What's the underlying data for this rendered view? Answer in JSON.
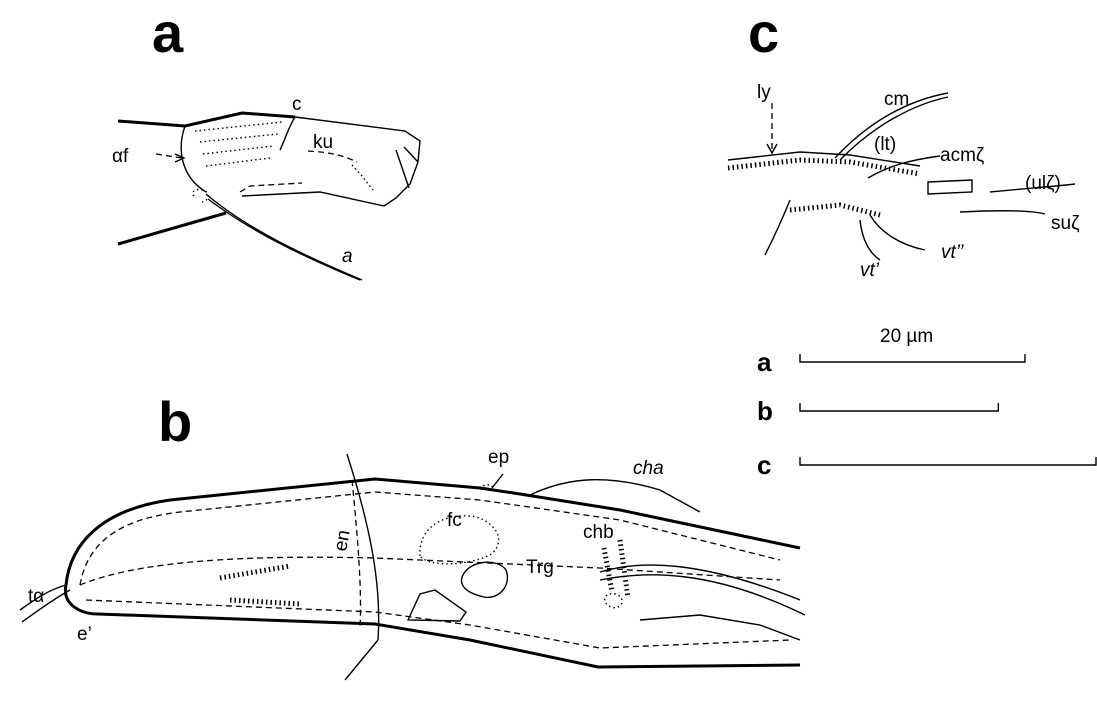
{
  "panels": {
    "a": {
      "letter": "a",
      "labels": {
        "c": "c",
        "af": "αf",
        "ku": "ku",
        "a_seta": "a"
      }
    },
    "b": {
      "letter": "b",
      "labels": {
        "ep": "ep",
        "cha": "cha",
        "en": "en",
        "fc": "fc",
        "chb": "chb",
        "trg": "Trg",
        "ta": "tα",
        "e_prime": "e’"
      }
    },
    "c": {
      "letter": "c",
      "labels": {
        "ly": "ly",
        "cm": "cm",
        "lt": "(lt)",
        "acm": "acmζ",
        "ul": "(ulζ)",
        "su": "suζ",
        "vt1": "vt’",
        "vt2": "vt’’"
      }
    }
  },
  "scale_bar": {
    "value_label": "20 µm",
    "bars": [
      {
        "letter": "a",
        "length_fraction": 0.76
      },
      {
        "letter": "b",
        "length_fraction": 0.67
      },
      {
        "letter": "c",
        "length_fraction": 1.0
      }
    ]
  }
}
